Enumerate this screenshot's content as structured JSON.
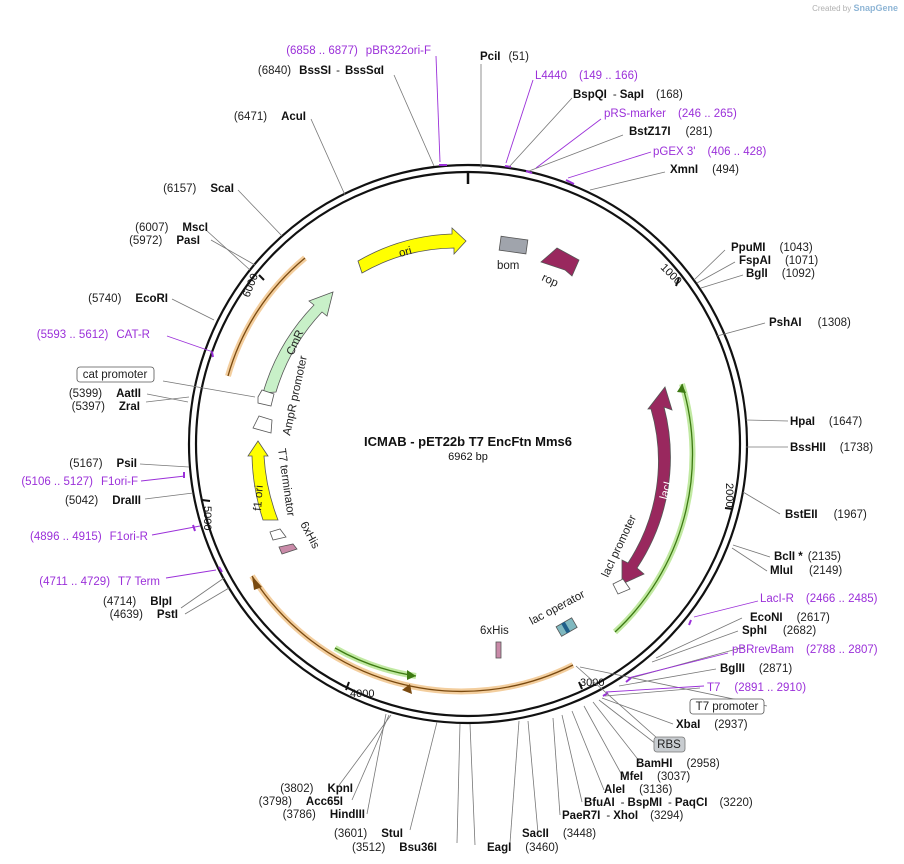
{
  "header": {
    "created_by": "Created by",
    "brand": "SnapGene"
  },
  "plasmid": {
    "name": "ICMAB - pET22b T7 EncFtn Mms6",
    "size_label": "6962 bp",
    "length": 6962
  },
  "ticks": [
    "1000",
    "2000",
    "3000",
    "4000",
    "5000",
    "6000"
  ],
  "colors": {
    "primer": "#9b30d9",
    "ori": "#ffff00",
    "cmr": "#c8f0c8",
    "laci": "#99285e",
    "orange": "#e9a64f",
    "green": "#6ac42b",
    "rop": "#99285e",
    "bom": "#a0a4ac"
  },
  "enzymes": [
    {
      "name": "PciI",
      "pos": "(51)"
    },
    {
      "name": "BspQI",
      "name2": "SapI",
      "pos": "(168)"
    },
    {
      "name": "BstZ17I",
      "pos": "(281)"
    },
    {
      "name": "XmnI",
      "pos": "(494)"
    },
    {
      "name": "PpuMI",
      "pos": "(1043)"
    },
    {
      "name": "FspAI",
      "pos": "(1071)"
    },
    {
      "name": "BglI",
      "pos": "(1092)"
    },
    {
      "name": "PshAI",
      "pos": "(1308)"
    },
    {
      "name": "HpaI",
      "pos": "(1647)"
    },
    {
      "name": "BssHII",
      "pos": "(1738)"
    },
    {
      "name": "BstEII",
      "pos": "(1967)"
    },
    {
      "name": "BclI *",
      "pos": "(2135)"
    },
    {
      "name": "MluI",
      "pos": "(2149)"
    },
    {
      "name": "EcoNI",
      "pos": "(2617)"
    },
    {
      "name": "SphI",
      "pos": "(2682)"
    },
    {
      "name": "BglII",
      "pos": "(2871)"
    },
    {
      "name": "XbaI",
      "pos": "(2937)"
    },
    {
      "name": "BamHI",
      "pos": "(2958)"
    },
    {
      "name": "MfeI",
      "pos": "(3037)"
    },
    {
      "name": "AleI",
      "pos": "(3136)"
    },
    {
      "name": "BfuAI",
      "name2": "BspMI",
      "name3": "PaqCI",
      "pos": "(3220)"
    },
    {
      "name": "PaeR7I",
      "name2": "XhoI",
      "pos": "(3294)"
    },
    {
      "name": "SacII",
      "pos": "(3448)"
    },
    {
      "name": "EagI",
      "pos": "(3460)"
    },
    {
      "name": "StuI",
      "pos": "(3601)"
    },
    {
      "name": "Bsu36I",
      "pos": "(3512)"
    },
    {
      "name": "KpnI",
      "pos": "(3802)"
    },
    {
      "name": "Acc65I",
      "pos": "(3798)"
    },
    {
      "name": "HindIII",
      "pos": "(3786)"
    },
    {
      "name": "BlpI",
      "pos": "(4714)"
    },
    {
      "name": "PstI",
      "pos": "(4639)"
    },
    {
      "name": "DraIII",
      "pos": "(5042)"
    },
    {
      "name": "PsiI",
      "pos": "(5167)"
    },
    {
      "name": "AatII",
      "pos": "(5399)"
    },
    {
      "name": "ZraI",
      "pos": "(5397)"
    },
    {
      "name": "EcoRI",
      "pos": "(5740)"
    },
    {
      "name": "PasI",
      "pos": "(5972)"
    },
    {
      "name": "MscI",
      "pos": "(6007)"
    },
    {
      "name": "ScaI",
      "pos": "(6157)"
    },
    {
      "name": "AcuI",
      "pos": "(6471)"
    },
    {
      "name": "BssSI",
      "name2": "BssSαI",
      "pos": "(6840)"
    }
  ],
  "primers": [
    {
      "range": "(6858 .. 6877)",
      "name": "pBR322ori-F"
    },
    {
      "name": "L4440",
      "range": "(149 .. 166)"
    },
    {
      "name": "pRS-marker",
      "range": "(246 .. 265)"
    },
    {
      "name": "pGEX 3'",
      "range": "(406 .. 428)"
    },
    {
      "name": "LacI-R",
      "range": "(2466 .. 2485)"
    },
    {
      "name": "pBRrevBam",
      "range": "(2788 .. 2807)"
    },
    {
      "name": "T7",
      "range": "(2891 .. 2910)"
    },
    {
      "range": "(5593 .. 5612)",
      "name": "CAT-R"
    },
    {
      "range": "(5106 .. 5127)",
      "name": "F1ori-F"
    },
    {
      "range": "(4896 .. 4915)",
      "name": "F1ori-R"
    },
    {
      "range": "(4711 .. 4729)",
      "name": "T7 Term"
    }
  ],
  "boxed": [
    {
      "name": "cat promoter"
    },
    {
      "name": "T7 promoter"
    },
    {
      "name": "RBS"
    }
  ],
  "features": {
    "ori": "ori",
    "bom": "bom",
    "rop": "rop",
    "cmr": "CmR",
    "ampr_promoter": "AmpR promoter",
    "f1_ori": "f1 ori",
    "t7_terminator": "T7 terminator",
    "his_left": "6xHis",
    "laci": "lacI",
    "laci_promoter": "lacI promoter",
    "lac_operator": "lac operator",
    "his_center": "6xHis"
  }
}
